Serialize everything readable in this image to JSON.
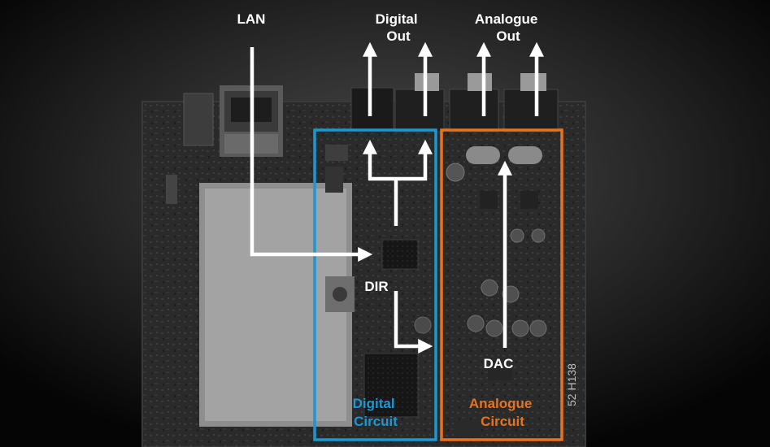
{
  "labels": {
    "lan": "LAN",
    "digital_out": [
      "Digital",
      "Out"
    ],
    "analogue_out": [
      "Analogue",
      "Out"
    ],
    "dir": "DIR",
    "dac": "DAC",
    "digital_circuit": [
      "Digital",
      "Circuit"
    ],
    "analogue_circuit": [
      "Analogue",
      "Circuit"
    ],
    "board_marking": "52 H138"
  },
  "colors": {
    "digital_circuit": "#1b97d3",
    "analogue_circuit": "#e8731f",
    "arrows": "#ffffff",
    "background": "#000000",
    "board": "#2b2b2b"
  }
}
